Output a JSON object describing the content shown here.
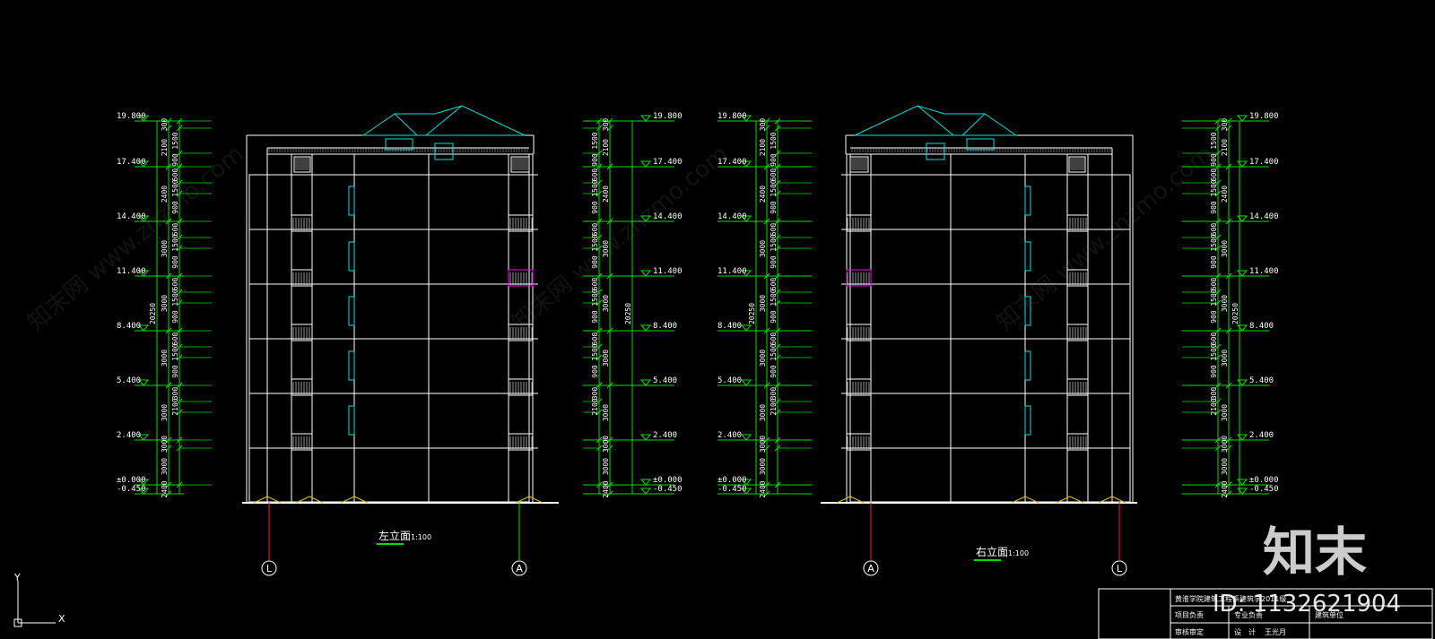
{
  "elevation_levels": [
    "19.800",
    "17.400",
    "14.400",
    "11.400",
    "8.400",
    "5.400",
    "2.400",
    "±0.000",
    "-0.450"
  ],
  "dimension_chain": [
    "300",
    "2100",
    "2400",
    "3000",
    "3000",
    "3000",
    "3000",
    "3000",
    "3000",
    "2400",
    "2100",
    "300",
    "450"
  ],
  "sub_dimension_chain": [
    "600",
    "1500",
    "900",
    "600",
    "1500",
    "900",
    "600",
    "1500",
    "900",
    "600",
    "1500",
    "900",
    "600",
    "1500",
    "900",
    "300",
    "2100"
  ],
  "total_height": "20250",
  "views": [
    {
      "title": "左立面",
      "scale": "1:100",
      "axis_left": "L",
      "axis_right": "A"
    },
    {
      "title": "右立面",
      "scale": "1:100",
      "axis_left": "A",
      "axis_right": "L"
    }
  ],
  "ucs": {
    "y": "Y",
    "x": "X"
  },
  "watermark": "知末网 www.znzmo.com",
  "logo": "知末",
  "image_id": "ID: 1132621904",
  "title_block": {
    "school": "黄淮学院建筑工程系建筑学2011级",
    "row2": [
      "项目负责",
      "专业负责",
      "建筑单位"
    ],
    "row3": [
      "审核审定",
      "设",
      "计",
      "王光月"
    ]
  },
  "colors": {
    "dim": "#00e000",
    "outline": "#ffffff",
    "accent": "#00e0e0",
    "axis": "#ff2020",
    "ground": "#e0c000",
    "magenta": "#ff00ff"
  }
}
